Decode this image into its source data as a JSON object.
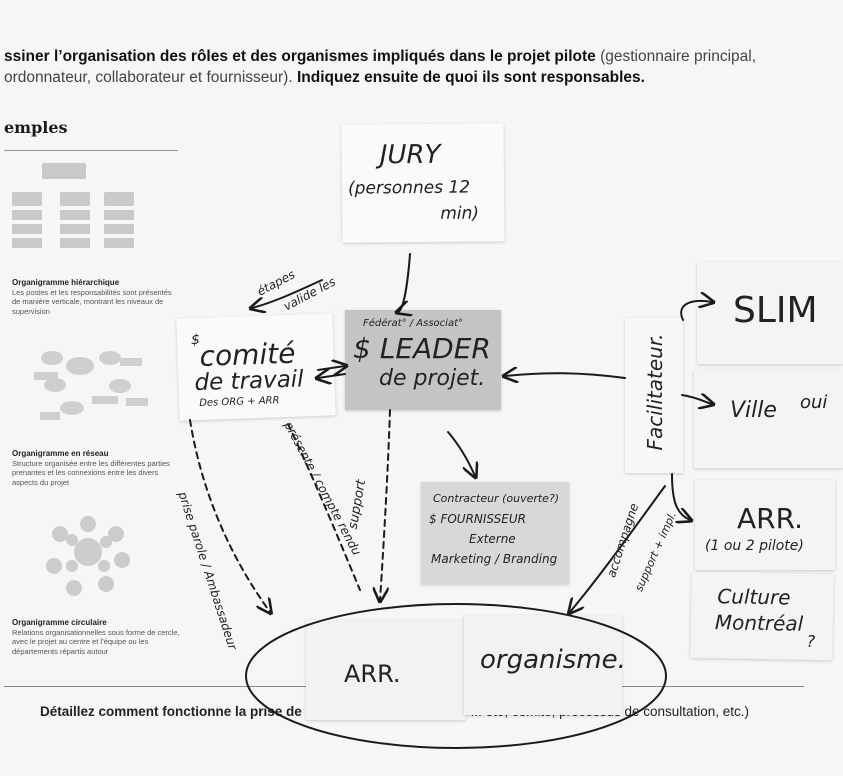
{
  "header": {
    "instruction_start": "ssiner l’organisation des rôles et des organismes impliqués dans le projet pilote",
    "instruction_paren_1": "(gestionnaire principal,",
    "instruction_paren_2": "ordonnateur, collaborateur et fournisseur).",
    "instruction_end": "Indiquez ensuite de quoi ils sont responsables."
  },
  "examples": {
    "heading": "emples",
    "items": [
      {
        "title": "Organigramme hiérarchique",
        "desc": "Les postes et les responsabilités sont présentés de manière verticale, montrant les niveaux de supervision"
      },
      {
        "title": "Organigramme en réseau",
        "desc": "Structure organisée entre les différentes parties prenantes et les connexions entre les divers aspects du projet"
      },
      {
        "title": "Organigramme circulaire",
        "desc": "Relations organisationnelles sous forme de cercle, avec le projet au centre et l’équipe ou les départements répartis autour"
      }
    ]
  },
  "notes": {
    "jury": {
      "l1": "JURY",
      "l2": "(personnes 12",
      "l3": "min)"
    },
    "comite": {
      "dollar": "$",
      "l1": "comité",
      "l2": "de travail",
      "sub": "Des ORG + ARR"
    },
    "leader": {
      "top": "Fédérat° / Associat°",
      "l1": "$ LEADER",
      "l2": "de projet."
    },
    "facilitateur": {
      "text": "Facilitateur."
    },
    "slim": {
      "text": "SLIM"
    },
    "ville": {
      "text": "Ville",
      "aside": "oui"
    },
    "arr_right": {
      "l1": "ARR.",
      "l2": "(1 ou 2 pilote)"
    },
    "culture": {
      "l1": "Culture",
      "l2": "Montréal",
      "l3": "?"
    },
    "contracteur": {
      "l1": "Contracteur (ouverte?)",
      "l2": "$ FOURNISSEUR",
      "l3": "Externe",
      "l4": "Marketing / Branding"
    },
    "arr_bottom": {
      "text": "ARR."
    },
    "organisme": {
      "text": "organisme."
    }
  },
  "arrow_labels": {
    "jury_left": "valide les",
    "jury_left_2": "étapes",
    "comite_down": "présente / compte rendu",
    "comite_long": "prise parole / Ambassadeur",
    "leader_down": "support",
    "fac_down": "accompagne",
    "fac_down_2": "support + impl."
  },
  "bottom": {
    "start": "Détaillez comment fonctionne la prise de décision",
    "end": "(... consensus, ... ... été, comité, processus de consultation, etc.)"
  }
}
